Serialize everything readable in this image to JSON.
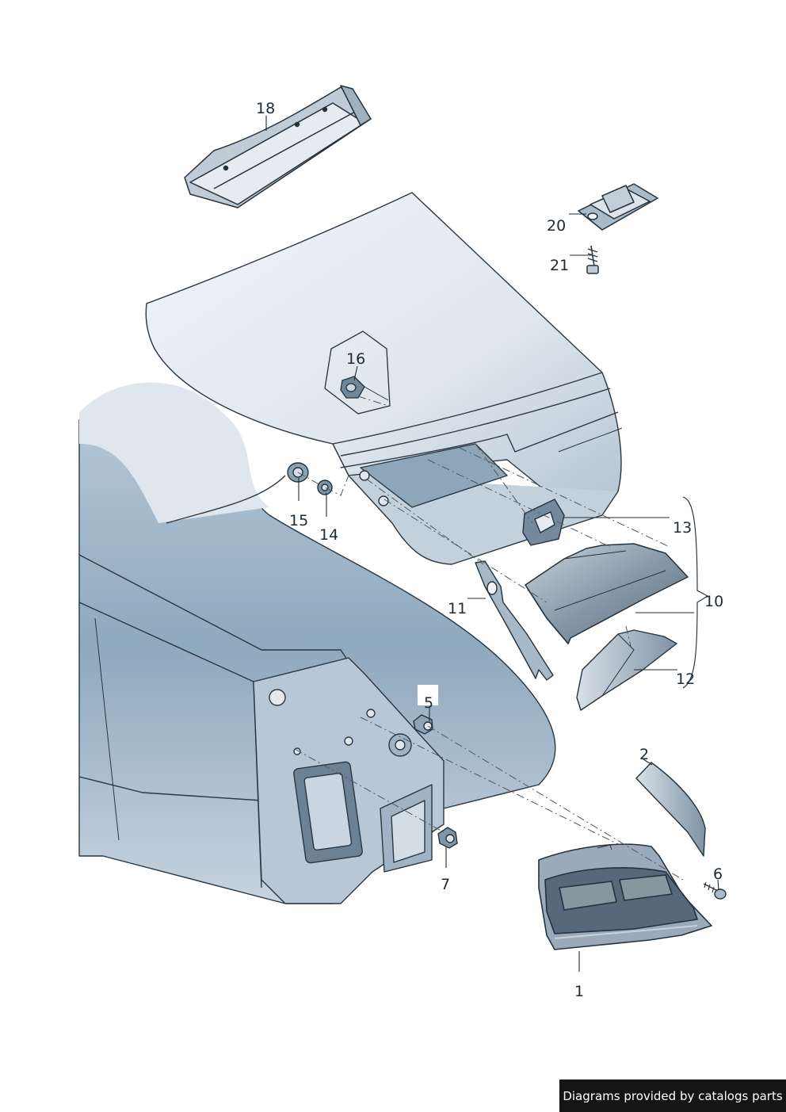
{
  "diagram": {
    "part_labels": {
      "p1": "1",
      "p2": "2",
      "p5": "5",
      "p6": "6",
      "p7": "7",
      "p10": "10",
      "p11": "11",
      "p12": "12",
      "p13": "13",
      "p14": "14",
      "p15": "15",
      "p16": "16",
      "p18": "18",
      "p20": "20",
      "p21": "21"
    }
  },
  "footer": {
    "credit": "Diagrams provided by catalogs parts"
  },
  "colors": {
    "body_light": "#e6eaf1",
    "body_shade": "#a8bccc",
    "outline": "#24323c",
    "lamp_dark": "#4d5d6b",
    "lamp_red": "#7b8b99"
  }
}
